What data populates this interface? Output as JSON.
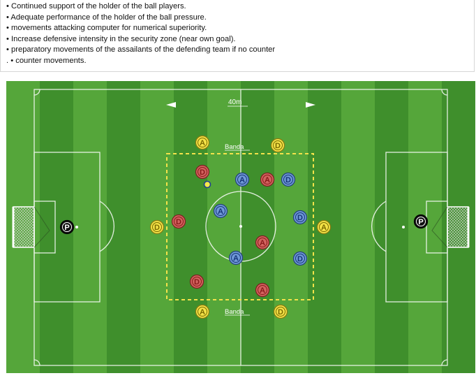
{
  "notes": [
    "• Continued support of the holder of the ball players.",
    "• Adequate performance of the holder of the ball pressure.",
    "• movements attacking computer for numerical superiority.",
    "• Increase defensive intensity in the security zone (near own goal).",
    "• preparatory movements of the assailants of the defending team if no counter",
    ". • counter movements."
  ],
  "pitch": {
    "distance_label": "40m",
    "band_top_label": "Banda",
    "band_bottom_label": "Banda"
  },
  "colors": {
    "grass_light": "#55a63a",
    "grass_dark": "#3f8f2c",
    "zone": "#f2e24a",
    "team_red": "#d2625e",
    "team_blue": "#6f98d6",
    "team_yellow": "#f3e247",
    "keeper": "#111111"
  },
  "players": [
    {
      "label": "A",
      "team": "yellow"
    },
    {
      "label": "D",
      "team": "yellow"
    },
    {
      "label": "D",
      "team": "red"
    },
    {
      "label": "A",
      "team": "blue"
    },
    {
      "label": "A",
      "team": "red"
    },
    {
      "label": "D",
      "team": "blue"
    },
    {
      "label": "A",
      "team": "blue"
    },
    {
      "label": "D",
      "team": "yellow"
    },
    {
      "label": "D",
      "team": "red"
    },
    {
      "label": "D",
      "team": "blue"
    },
    {
      "label": "A",
      "team": "yellow"
    },
    {
      "label": "A",
      "team": "red"
    },
    {
      "label": "A",
      "team": "blue"
    },
    {
      "label": "D",
      "team": "blue"
    },
    {
      "label": "D",
      "team": "red"
    },
    {
      "label": "A",
      "team": "red"
    },
    {
      "label": "A",
      "team": "yellow"
    },
    {
      "label": "D",
      "team": "yellow"
    },
    {
      "label": "P",
      "team": "keeper"
    },
    {
      "label": "P",
      "team": "keeper"
    }
  ]
}
